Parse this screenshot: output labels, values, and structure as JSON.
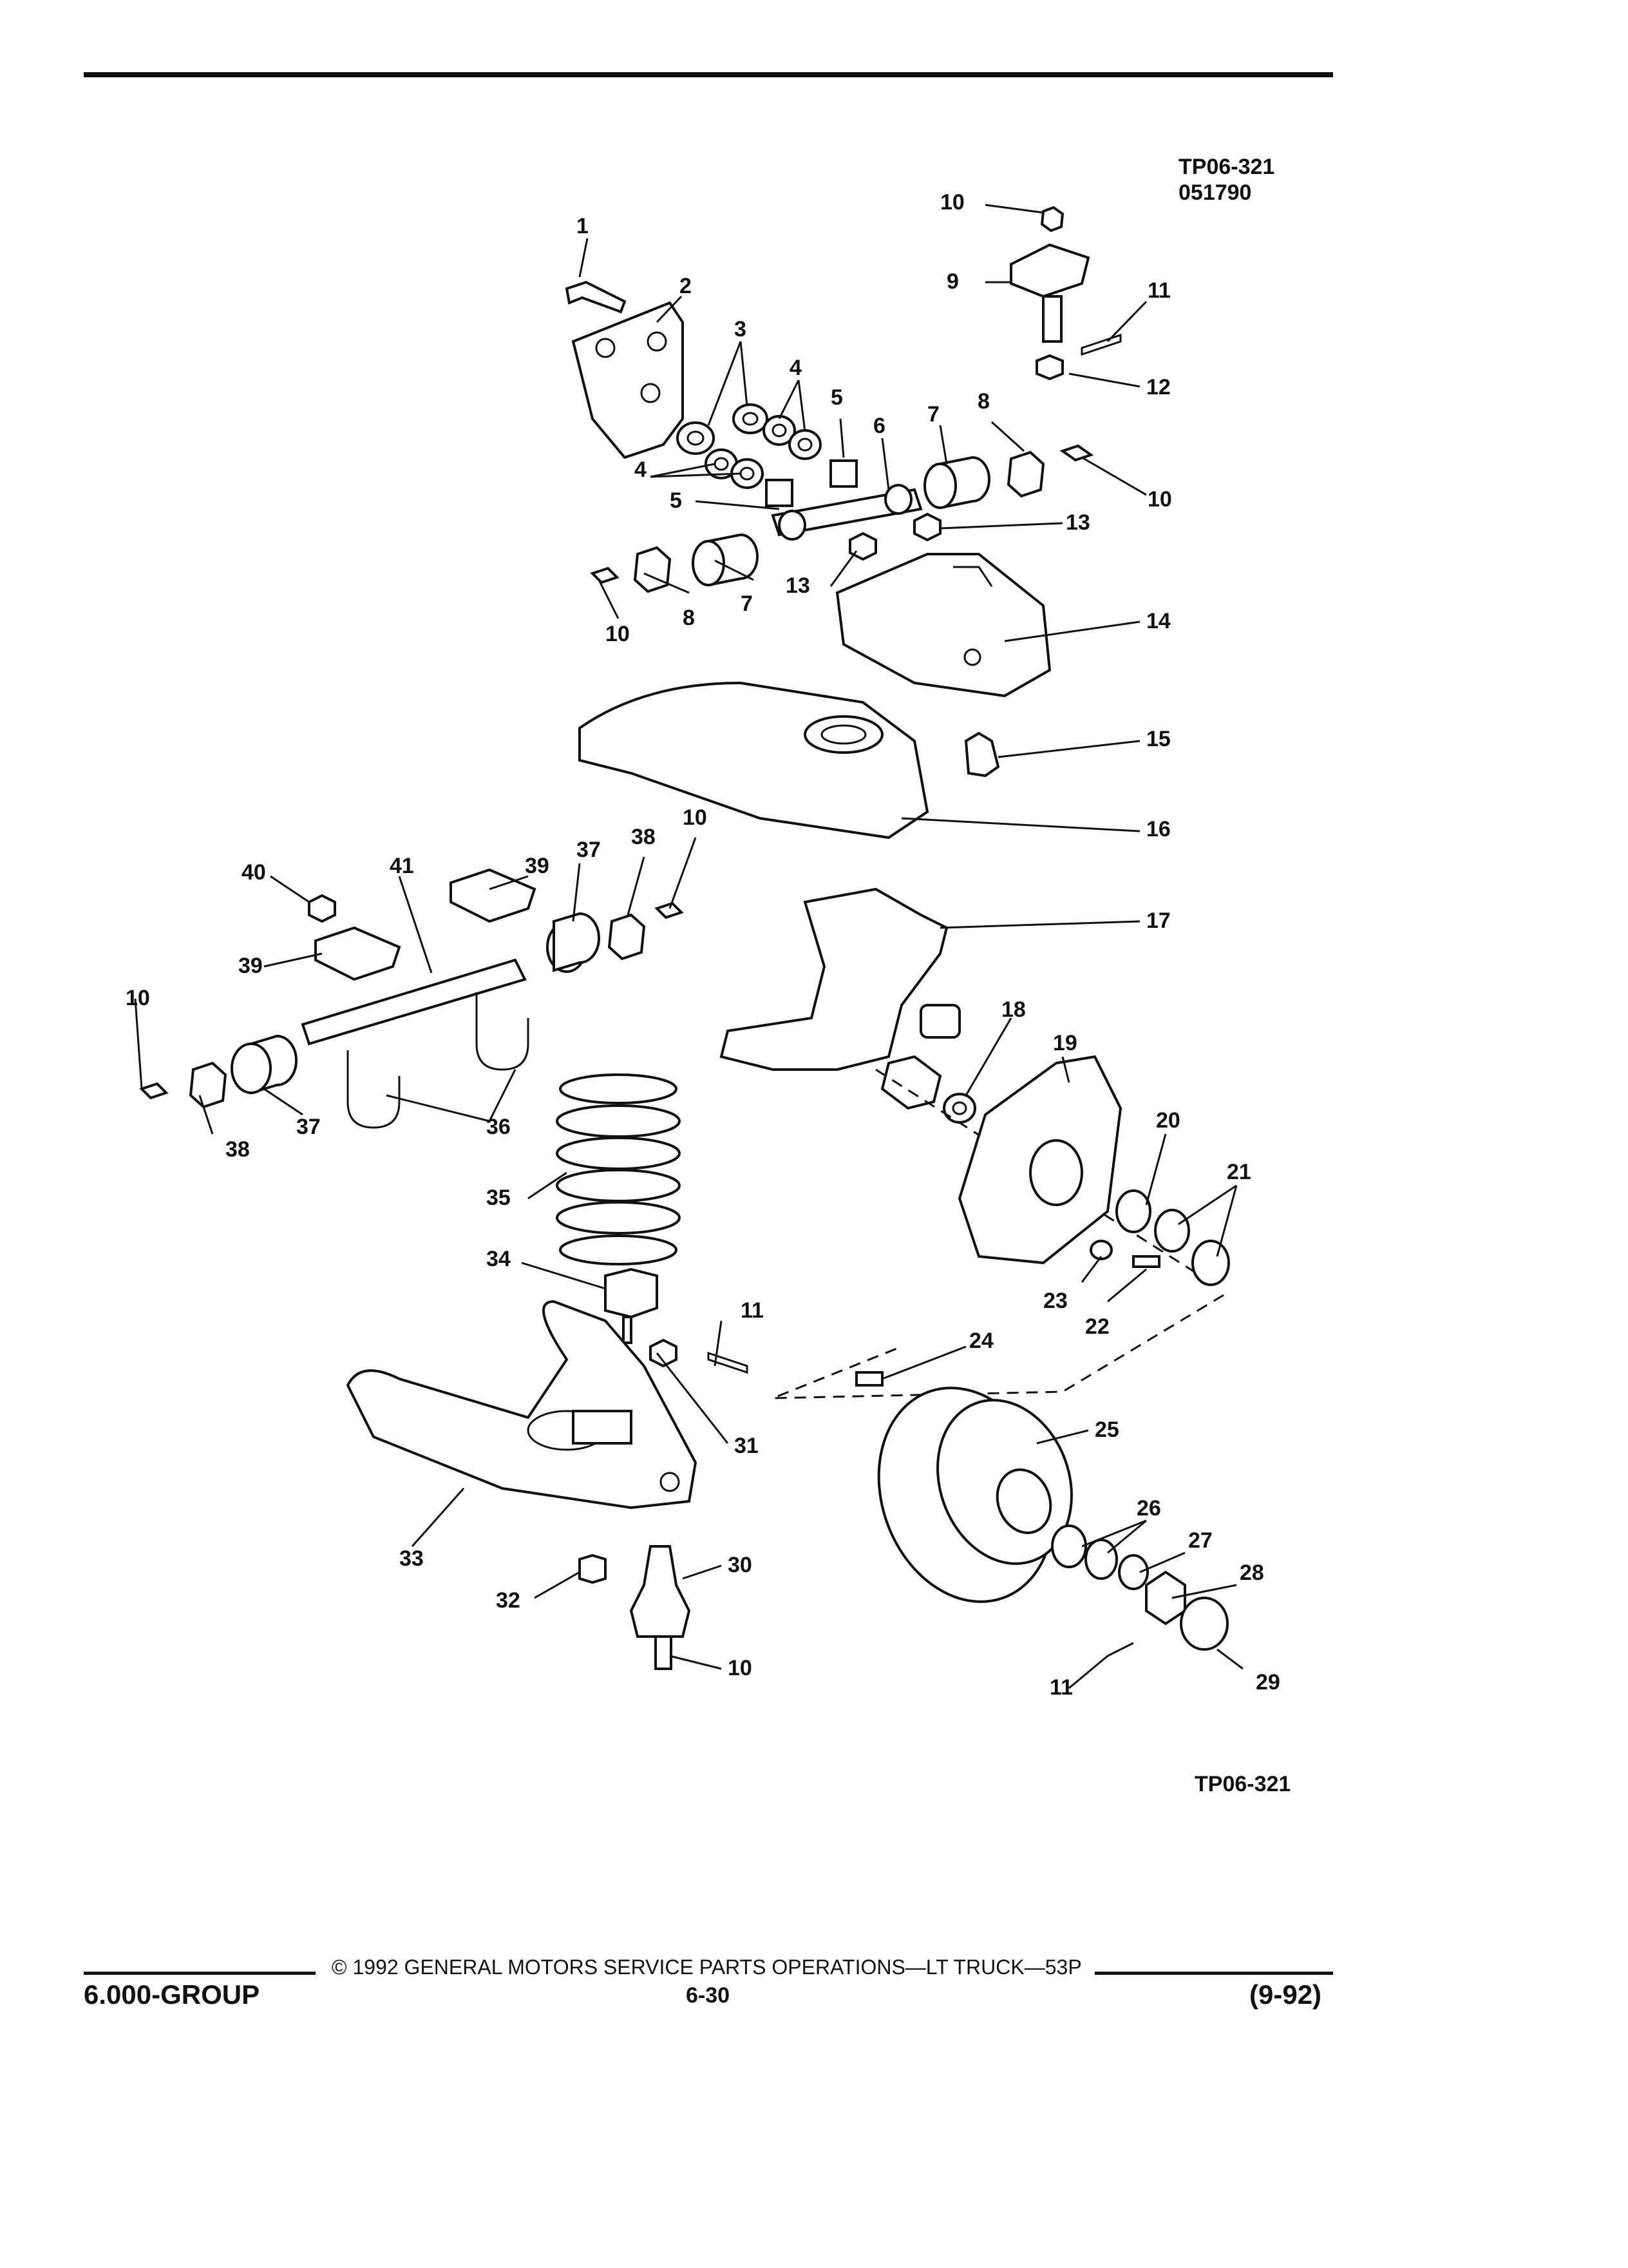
{
  "figure": {
    "code": "TP06-321",
    "date_code": "051790",
    "bottom_code": "TP06-321"
  },
  "callouts": [
    "1",
    "2",
    "3",
    "4",
    "5",
    "6",
    "7",
    "8",
    "9",
    "10",
    "11",
    "12",
    "13",
    "14",
    "15",
    "16",
    "17",
    "18",
    "19",
    "20",
    "21",
    "22",
    "23",
    "24",
    "25",
    "26",
    "27",
    "28",
    "29",
    "30",
    "31",
    "32",
    "33",
    "34",
    "35",
    "36",
    "37",
    "38",
    "39",
    "40",
    "41"
  ],
  "footer": {
    "copyright": "© 1992 GENERAL MOTORS SERVICE PARTS OPERATIONS—LT TRUCK—53P",
    "group": "6.000-GROUP",
    "page": "6-30",
    "revision": "(9-92)"
  }
}
